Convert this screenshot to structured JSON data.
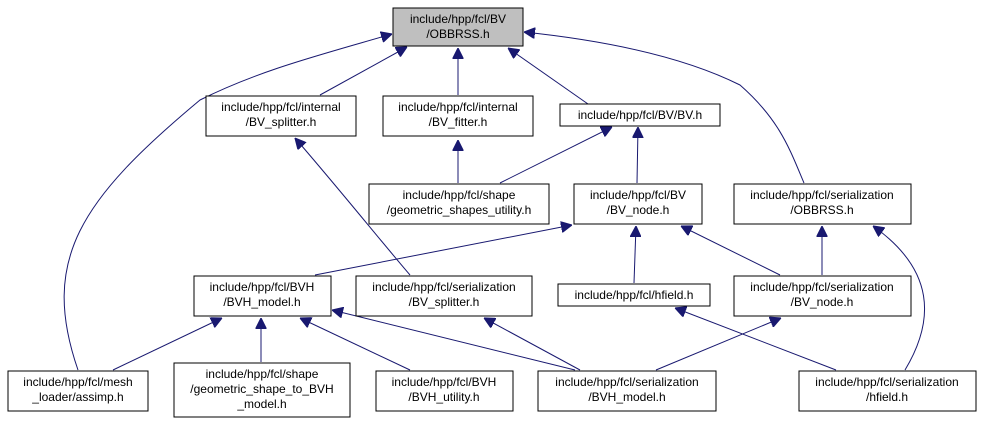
{
  "colors": {
    "edge": "#191970",
    "root_fill": "#bfbfbf",
    "node_fill": "#ffffff",
    "border": "#000000"
  },
  "nodes": {
    "obbrss_root": [
      "include/hpp/fcl/BV",
      "/OBBRSS.h"
    ],
    "internal_bv_splitter": [
      "include/hpp/fcl/internal",
      "/BV_splitter.h"
    ],
    "internal_bv_fitter": [
      "include/hpp/fcl/internal",
      "/BV_fitter.h"
    ],
    "bv_bv": [
      "include/hpp/fcl/BV/BV.h"
    ],
    "shape_geometric_shapes_utility": [
      "include/hpp/fcl/shape",
      "/geometric_shapes_utility.h"
    ],
    "bv_bv_node": [
      "include/hpp/fcl/BV",
      "/BV_node.h"
    ],
    "serialization_obbrss": [
      "include/hpp/fcl/serialization",
      "/OBBRSS.h"
    ],
    "bvh_bvh_model": [
      "include/hpp/fcl/BVH",
      "/BVH_model.h"
    ],
    "serialization_bv_splitter": [
      "include/hpp/fcl/serialization",
      "/BV_splitter.h"
    ],
    "hfield": [
      "include/hpp/fcl/hfield.h"
    ],
    "serialization_bv_node": [
      "include/hpp/fcl/serialization",
      "/BV_node.h"
    ],
    "mesh_loader_assimp": [
      "include/hpp/fcl/mesh",
      "_loader/assimp.h"
    ],
    "shape_geometric_shape_to_bvh_model": [
      "include/hpp/fcl/shape",
      "/geometric_shape_to_BVH",
      "_model.h"
    ],
    "bvh_bvh_utility": [
      "include/hpp/fcl/BVH",
      "/BVH_utility.h"
    ],
    "serialization_bvh_model": [
      "include/hpp/fcl/serialization",
      "/BVH_model.h"
    ],
    "serialization_hfield": [
      "include/hpp/fcl/serialization",
      "/hfield.h"
    ]
  }
}
